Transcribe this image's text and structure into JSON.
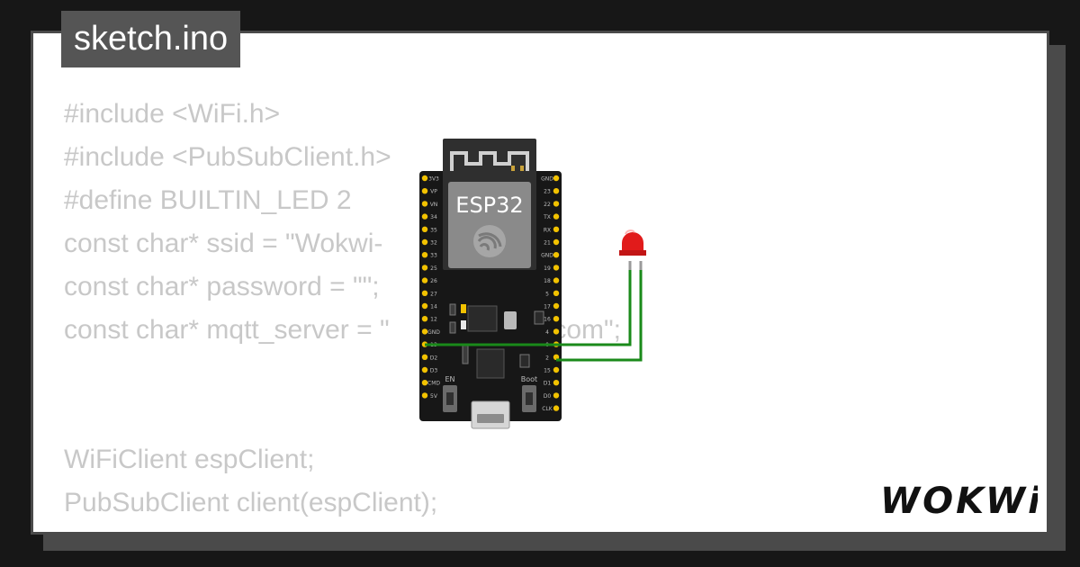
{
  "file": {
    "name": "sketch.ino"
  },
  "code_lines": [
    "#include <WiFi.h>",
    "#include <PubSubClient.h>",
    "#define BUILTIN_LED 2",
    "const char* ssid = \"Wokwi-",
    "const char* password = \"\";",
    "const char* mqtt_server = \"            vemq.com\";",
    "",
    "",
    "WiFiClient espClient;",
    "PubSubClient client(espClient);"
  ],
  "board": {
    "chip_label": "ESP32",
    "en_label": "EN",
    "boot_label": "Boot",
    "left_pins": [
      "3V3",
      "VP",
      "VN",
      "34",
      "35",
      "32",
      "33",
      "25",
      "26",
      "27",
      "14",
      "12",
      "GND",
      "13",
      "D2",
      "D3",
      "CMD",
      "5V"
    ],
    "right_pins": [
      "GND",
      "23",
      "22",
      "TX",
      "RX",
      "21",
      "GND",
      "19",
      "18",
      "5",
      "17",
      "16",
      "4",
      "0",
      "2",
      "15",
      "D1",
      "D0",
      "CLK"
    ]
  },
  "led": {
    "color": "#e11b1b"
  },
  "colors": {
    "wire": "#1a8a1a",
    "board": "#171717",
    "pin": "#f2c200"
  },
  "brand": {
    "logo": "WOKWi"
  }
}
